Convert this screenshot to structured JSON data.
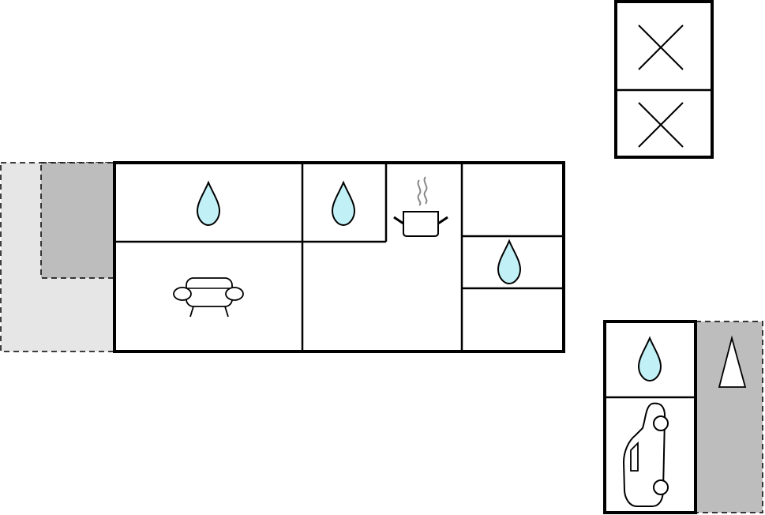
{
  "floorplan": {
    "rooms": [
      {
        "id": "bathroom-1",
        "icon": "water-drop-icon"
      },
      {
        "id": "bathroom-2",
        "icon": "water-drop-icon"
      },
      {
        "id": "kitchen",
        "icon": "cooking-pot-icon"
      },
      {
        "id": "storage-room",
        "icon": ""
      },
      {
        "id": "bathroom-3",
        "icon": "water-drop-icon"
      },
      {
        "id": "small-room",
        "icon": ""
      },
      {
        "id": "living-room",
        "icon": "sofa-icon"
      },
      {
        "id": "hallway",
        "icon": ""
      },
      {
        "id": "annex-bathroom",
        "icon": "water-drop-icon"
      },
      {
        "id": "garage",
        "icon": "car-icon"
      },
      {
        "id": "bedroom-upper",
        "icon": "twin-bed-cross-icon"
      },
      {
        "id": "bedroom-lower",
        "icon": "twin-bed-cross-icon"
      }
    ],
    "outdoor_areas": [
      {
        "id": "terrace",
        "style": "dashed-light"
      },
      {
        "id": "covered-terrace",
        "style": "dashed-dark"
      },
      {
        "id": "side-path",
        "style": "dashed-dark",
        "icon": "north-arrow-icon"
      }
    ],
    "colors": {
      "wall": "#000000",
      "water": "#c1f0f6",
      "terrace_light": "#e6e6e6",
      "terrace_dark": "#bdbdbd",
      "steam": "#888888"
    }
  }
}
